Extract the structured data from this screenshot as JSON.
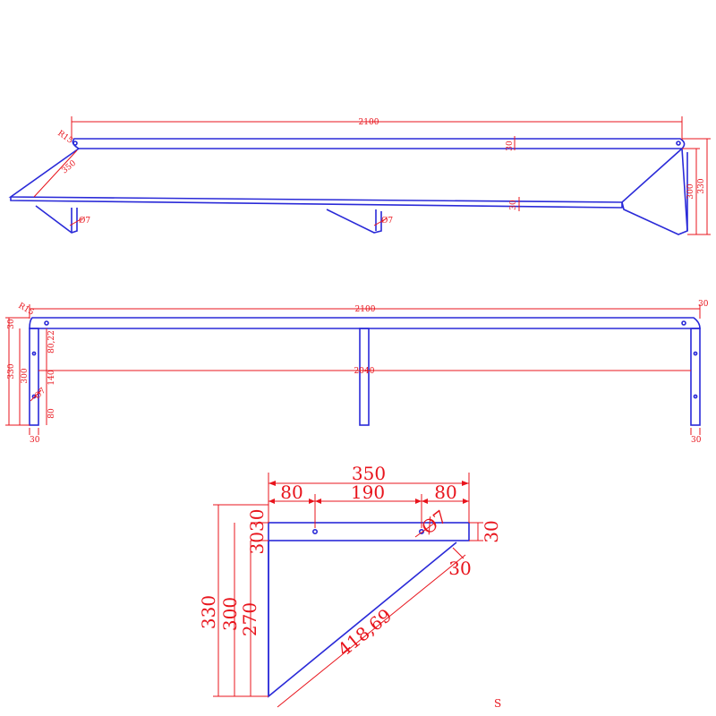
{
  "colors": {
    "object_line": "#2a2ad8",
    "dimension": "#e8141c",
    "background": "#ffffff"
  },
  "iso_view": {
    "length": "2100",
    "radius": "R15",
    "depth": "350",
    "thickness_top": "30",
    "thickness_front": "30",
    "bracket_height": "300",
    "total_height": "330",
    "hole_left": "Ø7",
    "hole_mid": "Ø7"
  },
  "front_view": {
    "length": "2100",
    "radius": "R15",
    "top_right": "30",
    "inner_length": "2040",
    "left_total": "330",
    "left_top": "30",
    "left_height": "300",
    "hole_spacing_top": "80,22",
    "hole_spacing_mid": "140",
    "hole_spacing_bottom": "80",
    "hole_dia": "Ø7",
    "leg_width_left": "30",
    "leg_width_right": "30"
  },
  "bracket_view": {
    "width": "350",
    "seg_left": "80",
    "seg_mid": "190",
    "seg_right": "80",
    "top_dims": "3030",
    "hole_dia": "Ø7",
    "arm_thickness": "30",
    "diag_thickness": "30",
    "diagonal": "418,69",
    "total_height": "330",
    "height": "300",
    "inner_height": "270",
    "stray": "S"
  }
}
